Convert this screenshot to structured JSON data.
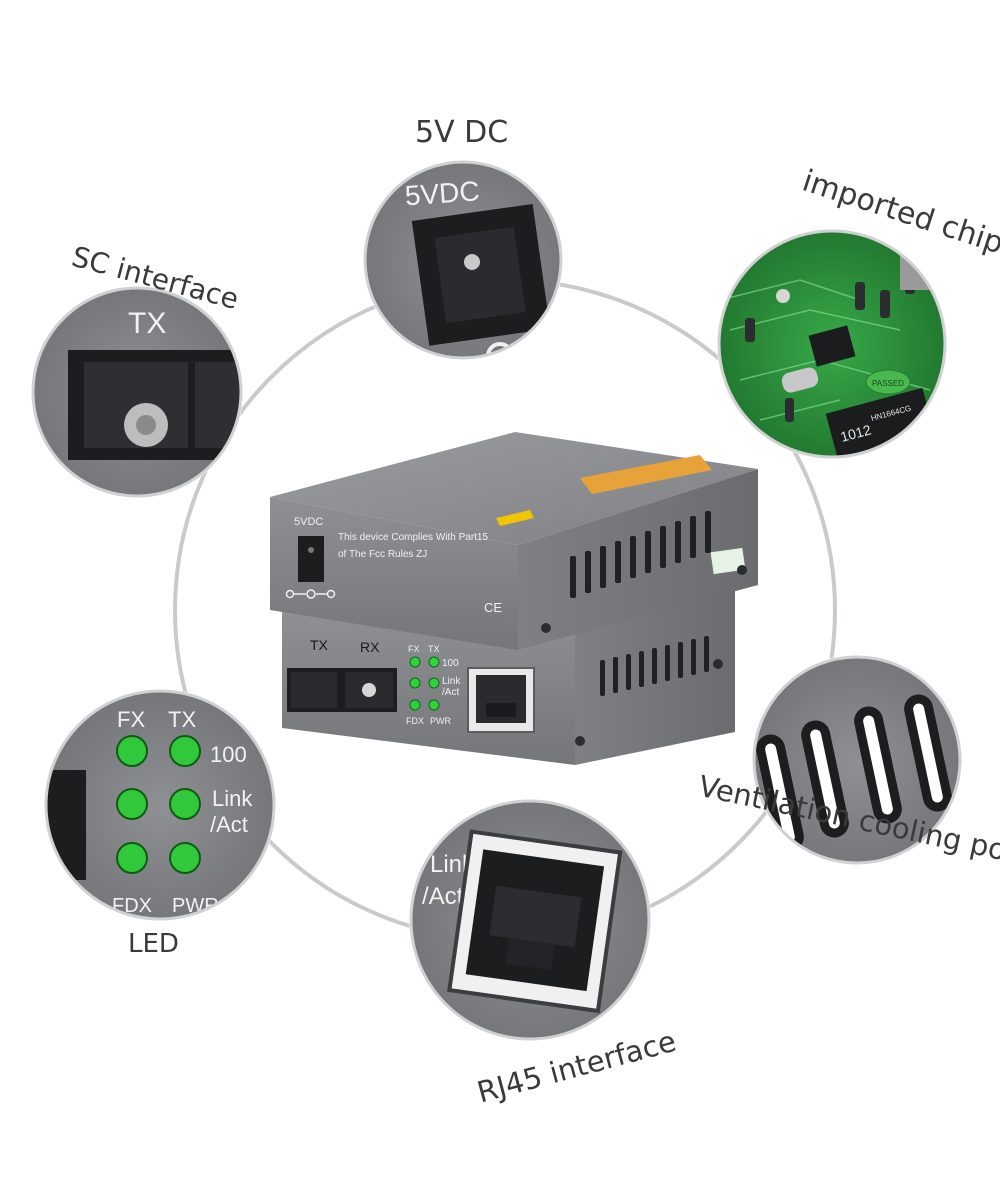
{
  "callouts": {
    "power": "5V DC",
    "sc": "SC interface",
    "chips": "imported chips",
    "led": "LED",
    "vent": "Ventilation cooling port",
    "rj45": "RJ45 interface"
  },
  "device": {
    "power_label": "5VDC",
    "compliance_line1": "This device Complies With Part15",
    "compliance_line2": "of The Fcc Rules ZJ",
    "ce_mark": "CE",
    "tx_label": "TX",
    "rx_label": "RX",
    "led_fx": "FX",
    "led_tx": "TX",
    "led_100": "100",
    "led_link": "Link",
    "led_act": "/Act",
    "led_fdx": "FDX",
    "led_pwr": "PWR"
  },
  "zoom_power": {
    "label": "5VDC"
  },
  "zoom_sc": {
    "label": "TX"
  },
  "zoom_chips": {
    "chip_label": "1012",
    "chip_label2": "HN1664CG",
    "passed": "PASSED"
  },
  "zoom_led": {
    "fx": "FX",
    "tx": "TX",
    "s100": "100",
    "link": "Link",
    "act": "/Act",
    "fdx": "FDX",
    "pwr": "PWR"
  },
  "zoom_rj45": {
    "link": "Link",
    "act": "/Act"
  },
  "colors": {
    "case_gray": "#8a8c90",
    "pcb_green": "#2f9a3e",
    "led_green": "#2fd23a",
    "label_orange": "#e8a23a",
    "label_yellow": "#f1c500"
  }
}
